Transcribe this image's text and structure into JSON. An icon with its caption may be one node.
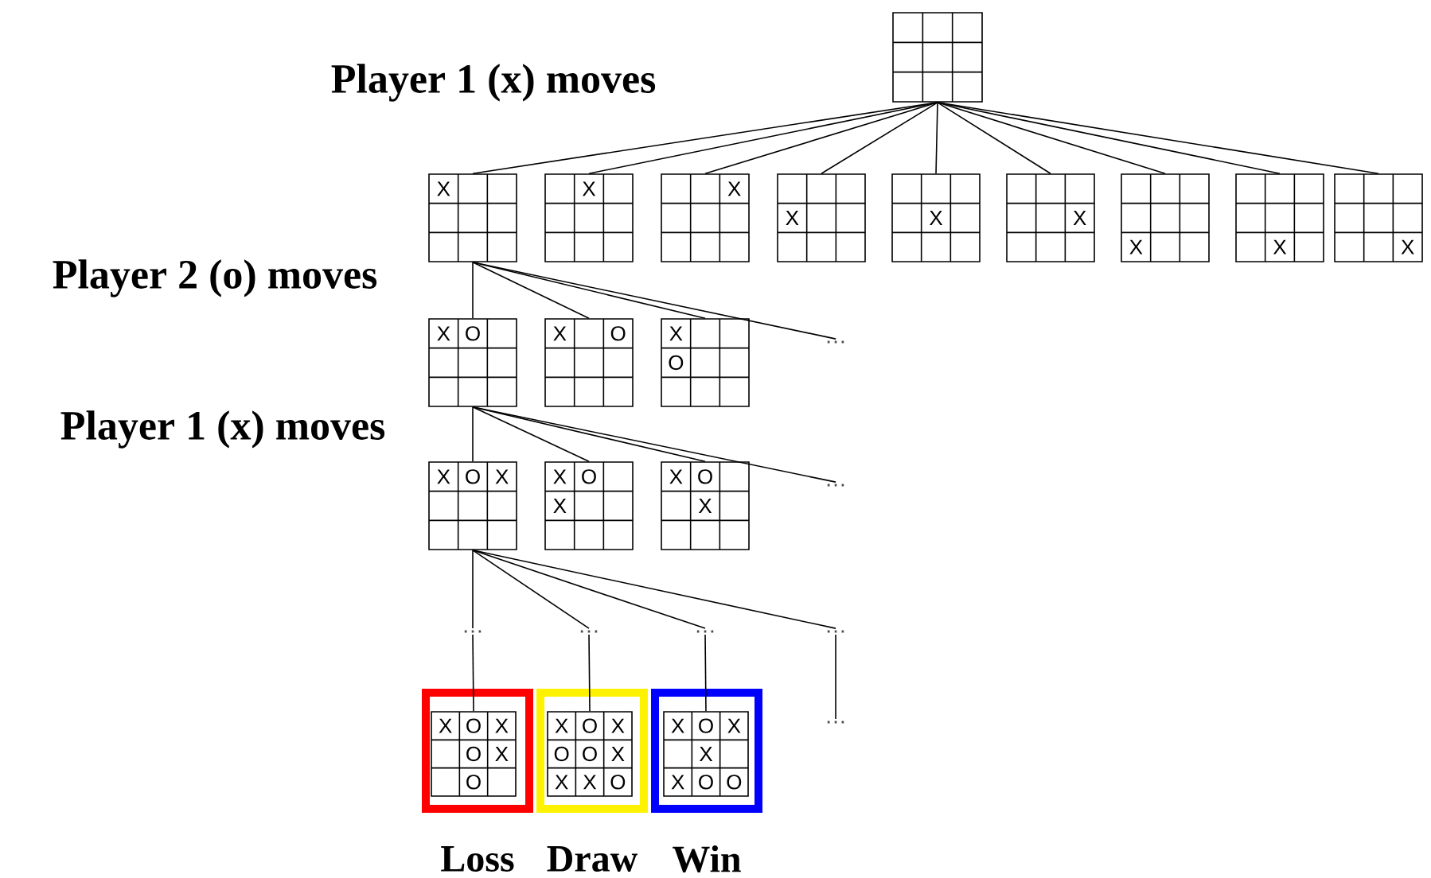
{
  "diagram": {
    "nodes": [
      {
        "text": [],
        "shape": "box"
      },
      {
        "text": [
          "X"
        ]
      },
      {
        "text": [
          "X"
        ]
      },
      {
        "text": [
          "X"
        ]
      },
      {
        "text": [
          "X"
        ]
      },
      {
        "text": [
          "X"
        ]
      },
      {
        "text": [
          "X"
        ]
      },
      {
        "text": [
          "X"
        ]
      },
      {
        "text": [
          "X"
        ]
      },
      {
        "text": [
          "X"
        ]
      },
      {
        "text": [
          "X",
          "O"
        ]
      },
      {
        "text": [
          "X",
          "O"
        ]
      },
      {
        "text": [
          "X",
          "O"
        ]
      },
      {
        "text": [
          "…"
        ]
      },
      {
        "text": [
          "X",
          "O",
          "X"
        ]
      },
      {
        "text": [
          "X",
          "O",
          "X"
        ]
      },
      {
        "text": [
          "X",
          "O",
          "X"
        ]
      },
      {
        "text": [
          "…"
        ]
      },
      {
        "text": [
          "…"
        ]
      },
      {
        "text": [
          "…"
        ]
      },
      {
        "text": [
          "…"
        ]
      },
      {
        "text": [
          "…"
        ]
      },
      {
        "text": [
          "Loss"
        ]
      },
      {
        "text": [
          "X",
          "O",
          "X",
          "O",
          "X",
          "O"
        ],
        "in": 22
      },
      {
        "text": [
          "Draw"
        ]
      },
      {
        "text": [
          "X",
          "O",
          "X",
          "O",
          "O",
          "X",
          "X",
          "X",
          "O"
        ],
        "in": 24
      },
      {
        "text": [
          "Win"
        ]
      },
      {
        "text": [
          "X",
          "O",
          "X",
          "X",
          "X",
          "O",
          "O"
        ],
        "in": 26
      },
      {
        "text": [
          "…"
        ]
      }
    ],
    "edges": [
      {
        "from": 0,
        "to": 1,
        "arrow": "none"
      },
      {
        "from": 0,
        "to": 2,
        "arrow": "none"
      },
      {
        "from": 0,
        "to": 3,
        "arrow": "none"
      },
      {
        "from": 0,
        "to": 4,
        "arrow": "none"
      },
      {
        "from": 0,
        "to": 5,
        "arrow": "none"
      },
      {
        "from": 0,
        "to": 6,
        "arrow": "none"
      },
      {
        "from": 0,
        "to": 7,
        "arrow": "none"
      },
      {
        "from": 0,
        "to": 8,
        "arrow": "none"
      },
      {
        "from": 0,
        "to": 9,
        "arrow": "none"
      },
      {
        "from": 1,
        "to": 10,
        "arrow": "none"
      },
      {
        "from": 1,
        "to": 11,
        "arrow": "none"
      },
      {
        "from": 1,
        "to": 12,
        "arrow": "none"
      },
      {
        "from": 1,
        "to": 13,
        "arrow": "none"
      },
      {
        "from": 10,
        "to": 14,
        "arrow": "none"
      },
      {
        "from": 10,
        "to": 15,
        "arrow": "none"
      },
      {
        "from": 10,
        "to": 16,
        "arrow": "none"
      },
      {
        "from": 10,
        "to": 17,
        "arrow": "none"
      },
      {
        "from": 14,
        "to": 18,
        "arrow": "none"
      },
      {
        "from": 14,
        "to": 19,
        "arrow": "none"
      },
      {
        "from": 14,
        "to": 20,
        "arrow": "none"
      },
      {
        "from": 14,
        "to": 21,
        "arrow": "none"
      },
      {
        "from": 18,
        "to": 23,
        "arrow": "none"
      },
      {
        "from": 19,
        "to": 25,
        "arrow": "none"
      },
      {
        "from": 20,
        "to": 27,
        "arrow": "none"
      },
      {
        "from": 21,
        "to": 28,
        "arrow": "none"
      }
    ],
    "labels": [
      "Player 1 (x) moves",
      "Player 2 (o) moves",
      "Player 1 (x) moves"
    ]
  }
}
